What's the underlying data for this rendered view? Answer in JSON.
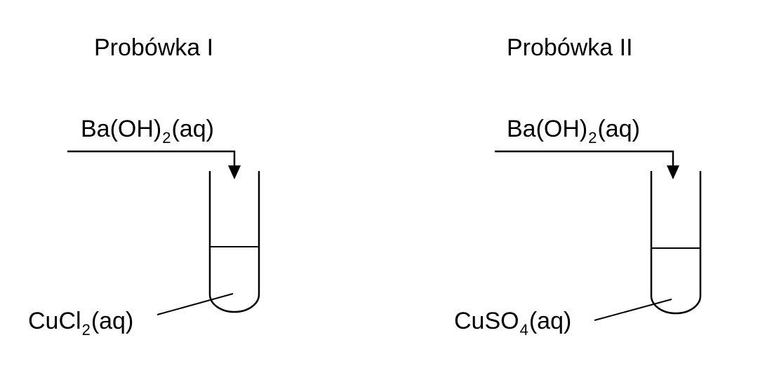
{
  "tubes": [
    {
      "title": "Probówka I",
      "reagent": {
        "prefix": "Ba(OH)",
        "subscript": "2",
        "suffix": "(aq)"
      },
      "solution": {
        "prefix": "CuCl",
        "subscript": "2",
        "suffix": "(aq)"
      }
    },
    {
      "title": "Probówka II",
      "reagent": {
        "prefix": "Ba(OH)",
        "subscript": "2",
        "suffix": "(aq)"
      },
      "solution": {
        "prefix": "CuSO",
        "subscript": "4",
        "suffix": "(aq)"
      }
    }
  ]
}
